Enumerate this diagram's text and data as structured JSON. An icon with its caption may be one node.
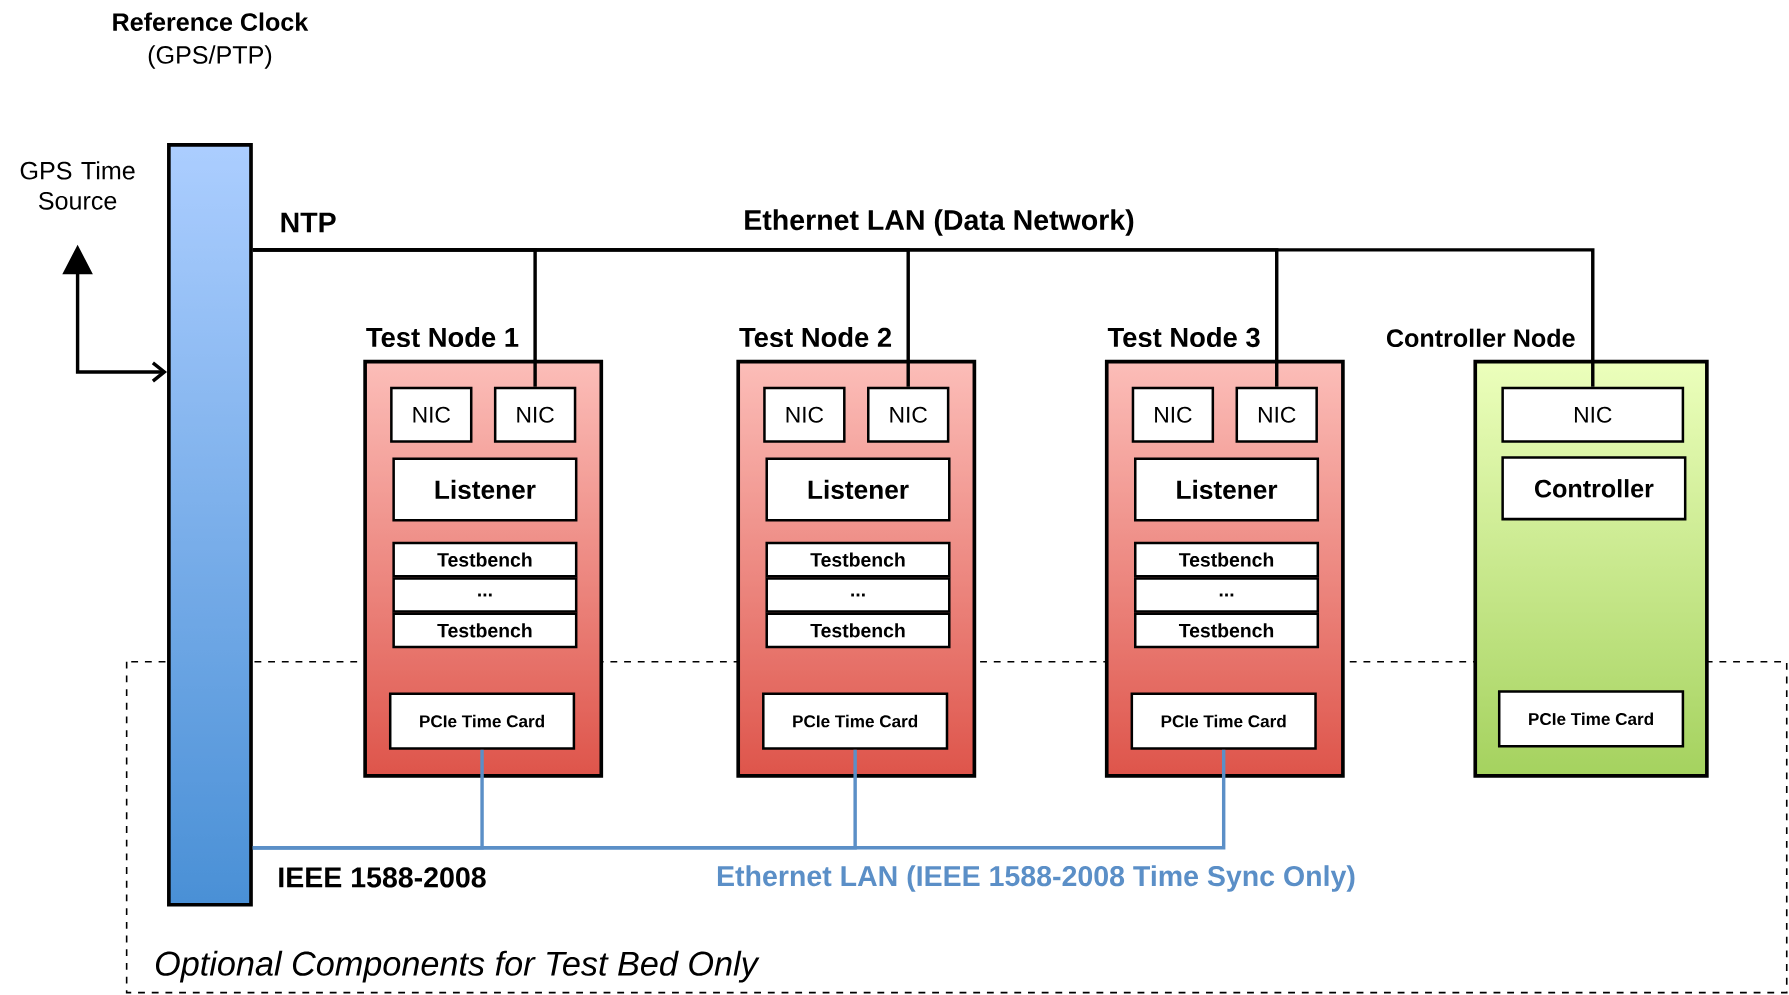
{
  "diagram": {
    "nodes": [
      {
        "text": [
          "Reference Clock",
          "(GPS/PTP)"
        ]
      },
      {
        "text": [
          "GPS Time Source"
        ]
      },
      {
        "text": [
          "Test Node 1"
        ]
      },
      {
        "text": [
          "NIC"
        ],
        "in": 2
      },
      {
        "text": [
          "NIC"
        ],
        "in": 2
      },
      {
        "text": [
          "Listener"
        ],
        "in": 2
      },
      {
        "text": [
          "Testbench"
        ],
        "in": 2
      },
      {
        "text": [
          "..."
        ],
        "in": 2
      },
      {
        "text": [
          "Testbench"
        ],
        "in": 2
      },
      {
        "text": [
          "PCIe Time Card"
        ],
        "in": 2
      },
      {
        "text": [
          "Test Node 2"
        ]
      },
      {
        "text": [
          "NIC"
        ],
        "in": 10
      },
      {
        "text": [
          "NIC"
        ],
        "in": 10
      },
      {
        "text": [
          "Listener"
        ],
        "in": 10
      },
      {
        "text": [
          "Testbench"
        ],
        "in": 10
      },
      {
        "text": [
          "..."
        ],
        "in": 10
      },
      {
        "text": [
          "Testbench"
        ],
        "in": 10
      },
      {
        "text": [
          "PCIe Time Card"
        ],
        "in": 10
      },
      {
        "text": [
          "Test Node 3"
        ]
      },
      {
        "text": [
          "NIC"
        ],
        "in": 18
      },
      {
        "text": [
          "NIC"
        ],
        "in": 18
      },
      {
        "text": [
          "Listener"
        ],
        "in": 18
      },
      {
        "text": [
          "Testbench"
        ],
        "in": 18
      },
      {
        "text": [
          "..."
        ],
        "in": 18
      },
      {
        "text": [
          "Testbench"
        ],
        "in": 18
      },
      {
        "text": [
          "PCIe Time Card"
        ],
        "in": 18
      },
      {
        "text": [
          "Controller Node"
        ]
      },
      {
        "text": [
          "NIC"
        ],
        "in": 26
      },
      {
        "text": [
          "Controller"
        ],
        "in": 26
      },
      {
        "text": [
          "PCIe Time Card"
        ],
        "in": 26
      }
    ],
    "edges": [
      {
        "from": 1,
        "to": 0,
        "arrow": "both"
      },
      {
        "from": 0,
        "to": 4,
        "arrow": "none"
      },
      {
        "from": 0,
        "to": 12,
        "arrow": "none"
      },
      {
        "from": 0,
        "to": 20,
        "arrow": "none"
      },
      {
        "from": 0,
        "to": 27,
        "arrow": "none"
      },
      {
        "from": 0,
        "to": 9,
        "arrow": "none",
        "color": "#5b8fc7"
      },
      {
        "from": 0,
        "to": 17,
        "arrow": "none",
        "color": "#5b8fc7"
      },
      {
        "from": 0,
        "to": 25,
        "arrow": "none",
        "color": "#5b8fc7"
      }
    ],
    "labels": [
      "NTP",
      "Ethernet LAN (Data Network)",
      "IEEE 1588-2008",
      "Ethernet LAN (IEEE 1588-2008 Time Sync Only)",
      "Optional Components for Test Bed Only"
    ]
  }
}
